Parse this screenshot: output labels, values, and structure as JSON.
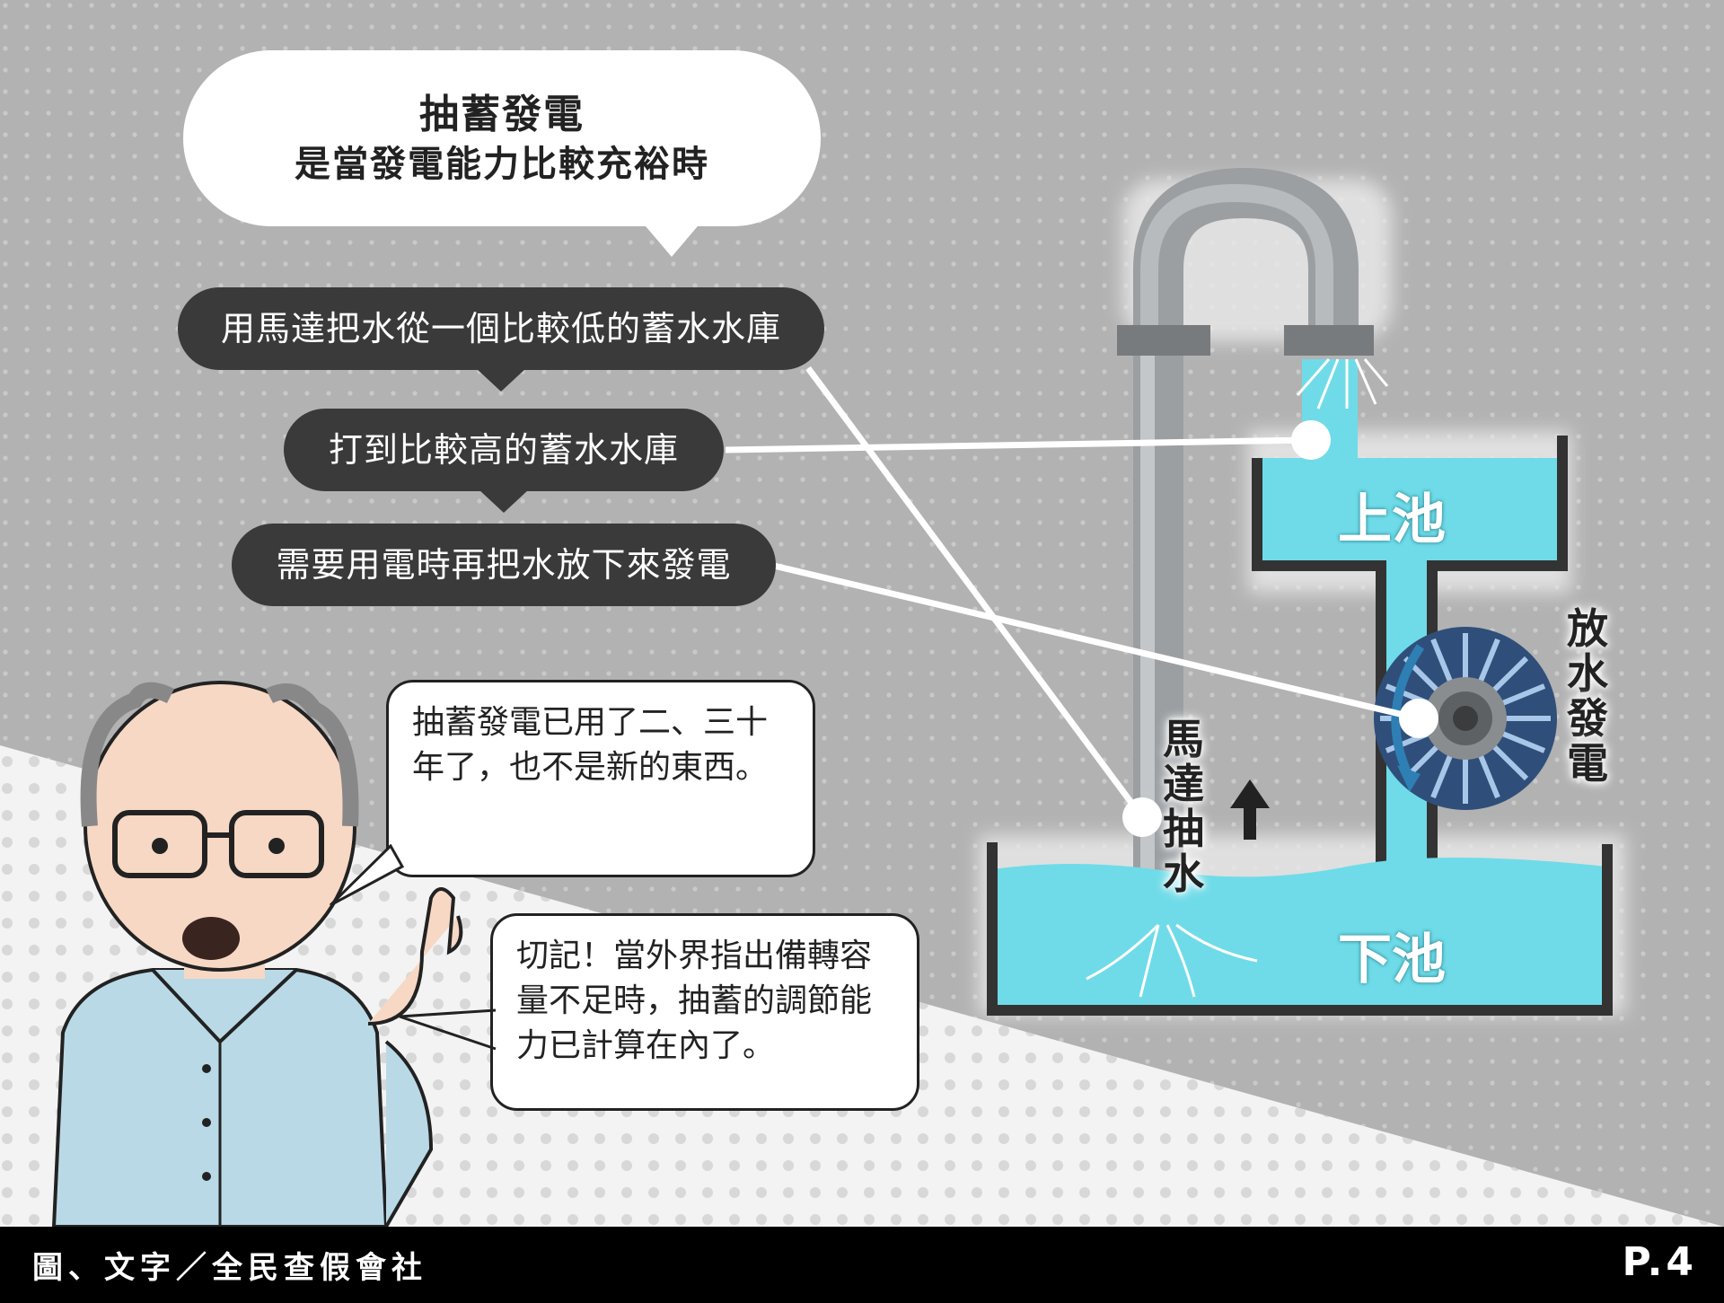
{
  "header_bubble": {
    "title": "抽蓄發電",
    "subtitle": "是當發電能力比較充裕時"
  },
  "steps": [
    {
      "text": "用馬達把水從一個比較低的蓄水水庫"
    },
    {
      "text": "打到比較高的蓄水水庫"
    },
    {
      "text": "需要用電時再把水放下來發電"
    }
  ],
  "diagram": {
    "upper_pool_label": "上池",
    "lower_pool_label": "下池",
    "generator_label": "放水發電",
    "pump_label": "馬達抽水"
  },
  "speech": {
    "first": "抽蓄發電已用了二、三十年了，也不是新的東西。",
    "second": "切記！當外界指出備轉容量不足時，抽蓄的調節能力已計算在內了。"
  },
  "footer": {
    "credit": "圖、文字／全民查假會社",
    "page": "P.4"
  },
  "colors": {
    "water": "#6fdbe8",
    "background": "#b5b5b5",
    "pill": "#3a3a3a",
    "shirt": "#b9d9e6"
  }
}
